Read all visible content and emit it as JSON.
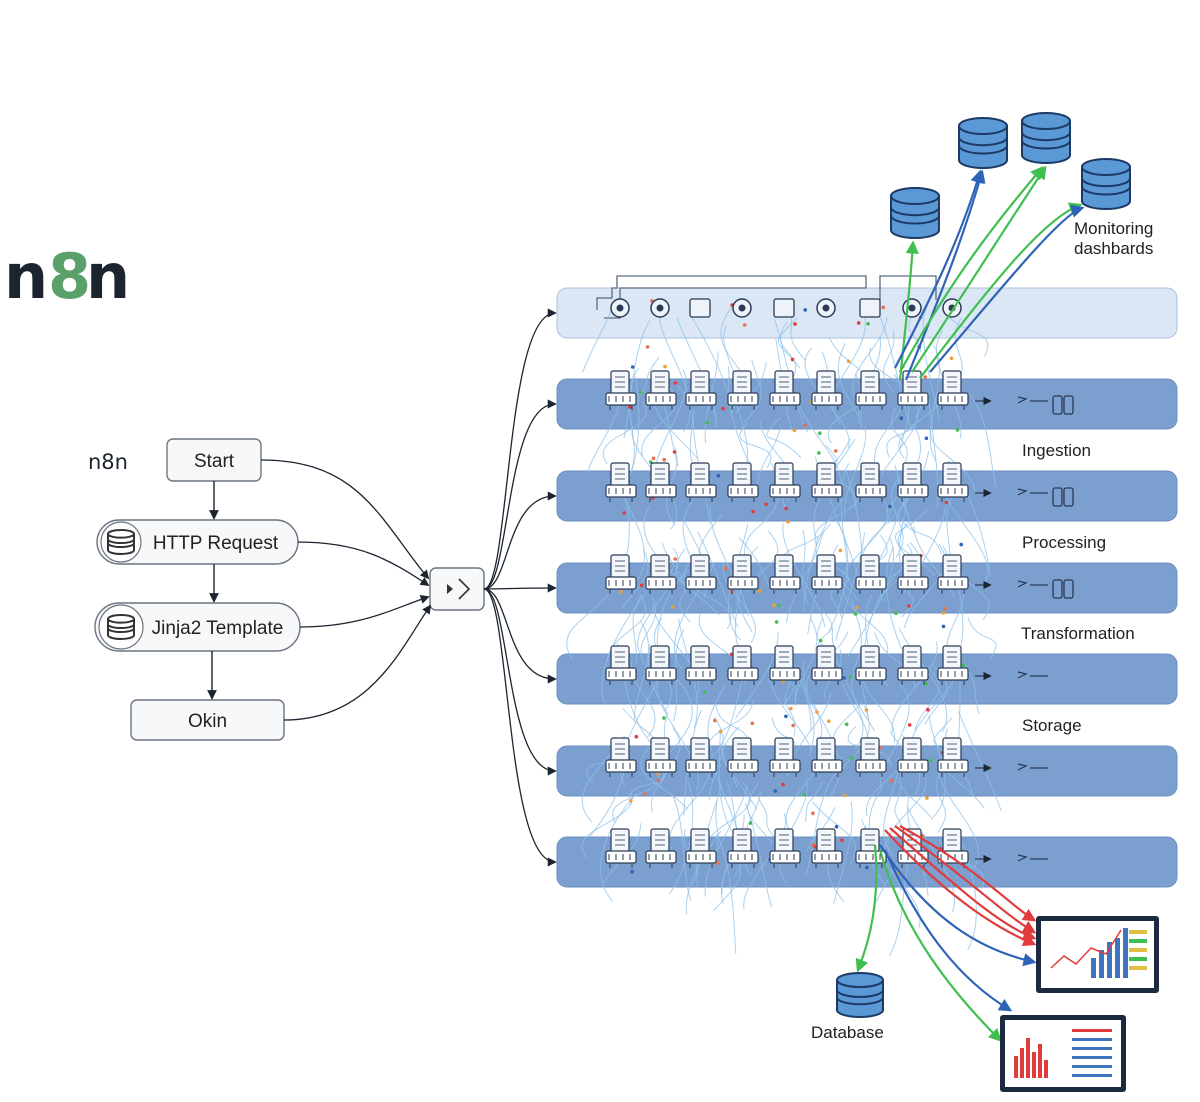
{
  "brand": {
    "logo_text": "n8n",
    "small_logo_text": "n8n",
    "color_dark": "#1c2430",
    "color_accent": "#5aa06b"
  },
  "workflow": {
    "nodes": [
      {
        "id": "start",
        "label": "Start",
        "icon": "none"
      },
      {
        "id": "http",
        "label": "HTTP Request",
        "icon": "database-icon"
      },
      {
        "id": "jinja",
        "label": "Jinja2 Template",
        "icon": "database-icon"
      },
      {
        "id": "okin",
        "label": "Okin",
        "icon": "none"
      }
    ],
    "hub_icon": "play-chevron-icon"
  },
  "pipeline": {
    "lane_count": 7,
    "stage_labels": [
      "Ingestion",
      "Processing",
      "Transformation",
      "Storage"
    ],
    "colors": {
      "top_lane": "#dbe7f5",
      "lane": "#7b9fcf",
      "blue_flow": "#2f63b8",
      "green_flow": "#3fbf4f",
      "red_flow": "#e03c3c",
      "mesh": "#8ec1ea"
    }
  },
  "outputs": {
    "monitoring_label_1": "Monitoring",
    "monitoring_label_2": "dashbards",
    "database_label": "Database",
    "database_icon": "database-icon",
    "dashboard_icon": "dashboard-chart-icon"
  }
}
